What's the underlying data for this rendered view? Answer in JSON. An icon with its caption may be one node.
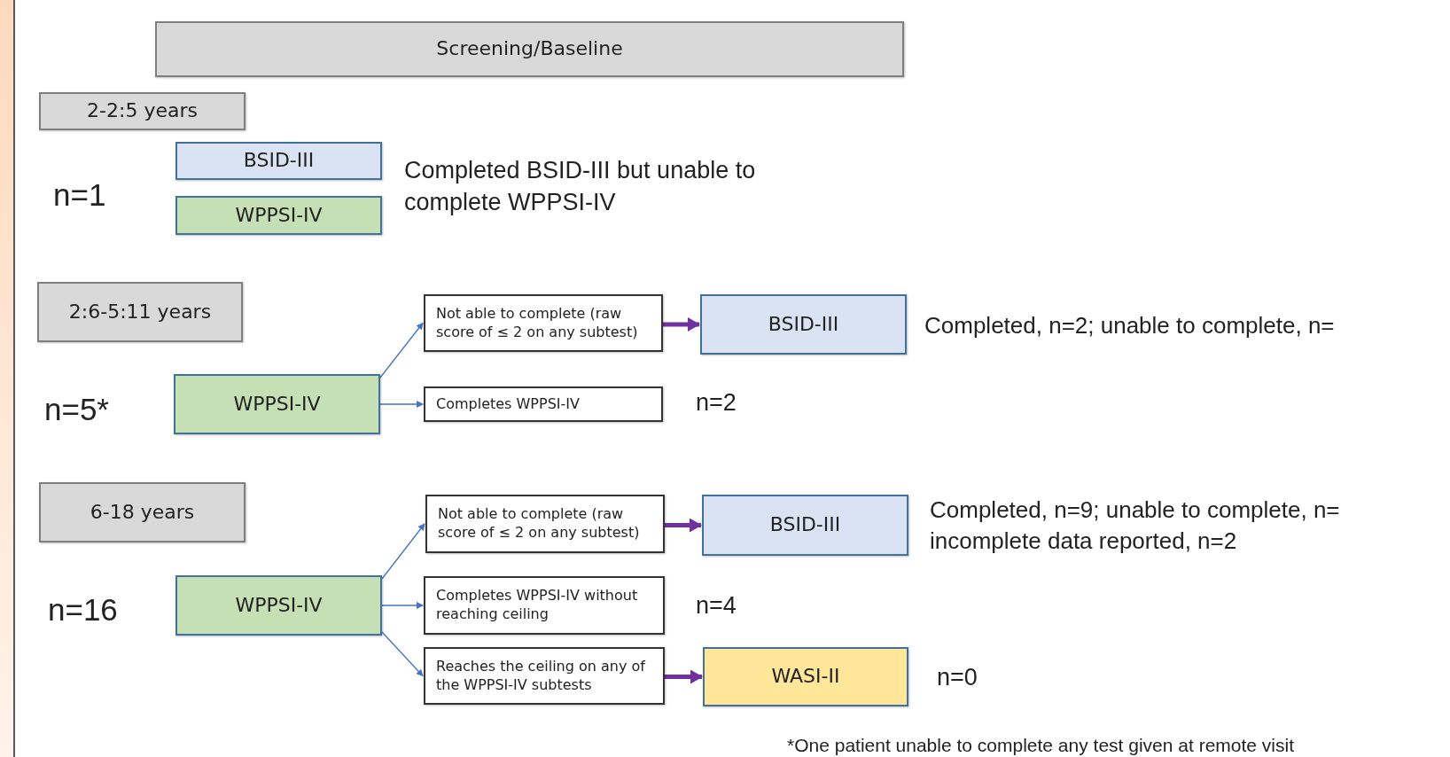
{
  "diagram": {
    "nodes": [
      {
        "text": [
          "Screening/Baseline"
        ]
      },
      {
        "text": [
          "2-2:5 years"
        ]
      },
      {
        "text": [
          "BSID-III"
        ]
      },
      {
        "text": [
          "WPPSI-IV"
        ]
      },
      {
        "text": [
          "2:6-5:11 years"
        ]
      },
      {
        "text": [
          "WPPSI-IV"
        ]
      },
      {
        "text": [
          "Not able to complete (raw score of ≤ 2 on any subtest)"
        ]
      },
      {
        "text": [
          "BSID-III"
        ],
        "beside": [
          "Completed, n=2; unable to complete, n="
        ]
      },
      {
        "text": [
          "Completes WPPSI-IV"
        ],
        "beside": [
          "n=2"
        ]
      },
      {
        "text": [
          "6-18 years"
        ]
      },
      {
        "text": [
          "WPPSI-IV"
        ]
      },
      {
        "text": [
          "Not able to complete (raw score of ≤ 2 on any subtest)"
        ]
      },
      {
        "text": [
          "BSID-III"
        ],
        "beside": [
          "Completed, n=9; unable to complete, n= incomplete data reported, n=2"
        ]
      },
      {
        "text": [
          "Completes WPPSI-IV without reaching ceiling"
        ],
        "beside": [
          "n=4"
        ]
      },
      {
        "text": [
          "Reaches the ceiling on any of the WPPSI-IV subtests"
        ]
      },
      {
        "text": [
          "WASI-II"
        ],
        "beside": [
          "n=0"
        ]
      }
    ],
    "edges": [
      {
        "from": 5,
        "to": 6,
        "arrow": "to"
      },
      {
        "from": 6,
        "to": 7,
        "arrow": "to",
        "style": "thick",
        "color": "#7030a0"
      },
      {
        "from": 5,
        "to": 8,
        "arrow": "to"
      },
      {
        "from": 10,
        "to": 11,
        "arrow": "to"
      },
      {
        "from": 11,
        "to": 12,
        "arrow": "to",
        "style": "thick",
        "color": "#7030a0"
      },
      {
        "from": 10,
        "to": 13,
        "arrow": "to"
      },
      {
        "from": 10,
        "to": 14,
        "arrow": "to"
      },
      {
        "from": 14,
        "to": 15,
        "arrow": "to",
        "style": "thick",
        "color": "#7030a0"
      }
    ],
    "labels": [
      "n=1",
      "Completed BSID-III but unable to complete WPPSI-IV",
      "n=5*",
      "n=16",
      "*One patient unable to complete any test given at remote visit"
    ]
  }
}
